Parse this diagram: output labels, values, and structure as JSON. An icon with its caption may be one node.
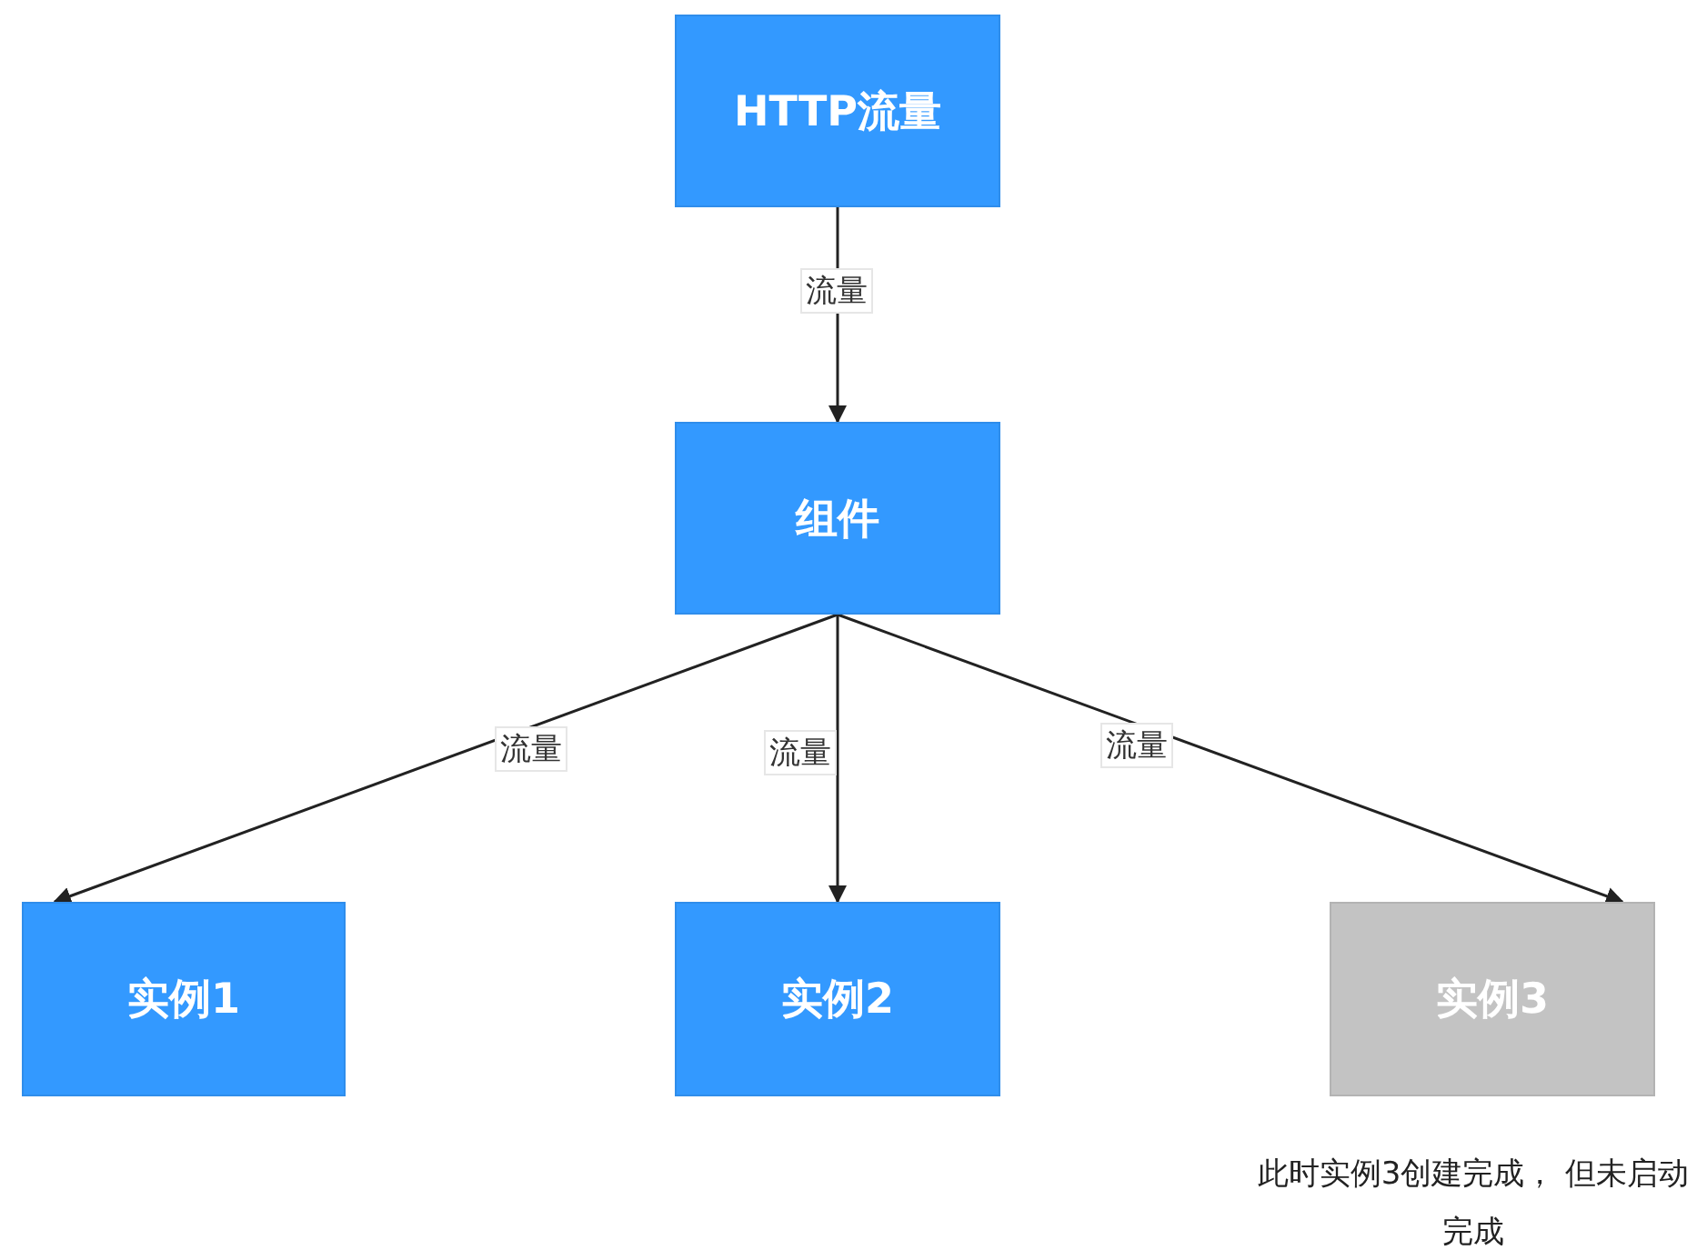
{
  "diagram": {
    "nodes": [
      {
        "text": [
          "HTTP流量"
        ]
      },
      {
        "text": [
          "组件"
        ]
      },
      {
        "text": [
          "实例1"
        ]
      },
      {
        "text": [
          "实例2"
        ]
      },
      {
        "text": [
          "实例3"
        ],
        "beside": [
          "此时实例3创建完成， 但未启动完成"
        ]
      }
    ],
    "edges": [
      {
        "from": 0,
        "to": 1,
        "arrow": "to",
        "label": "流量"
      },
      {
        "from": 1,
        "to": 2,
        "arrow": "to",
        "label": "流量"
      },
      {
        "from": 1,
        "to": 3,
        "arrow": "to",
        "label": "流量"
      },
      {
        "from": 1,
        "to": 4,
        "arrow": "to",
        "label": "流量"
      }
    ]
  }
}
